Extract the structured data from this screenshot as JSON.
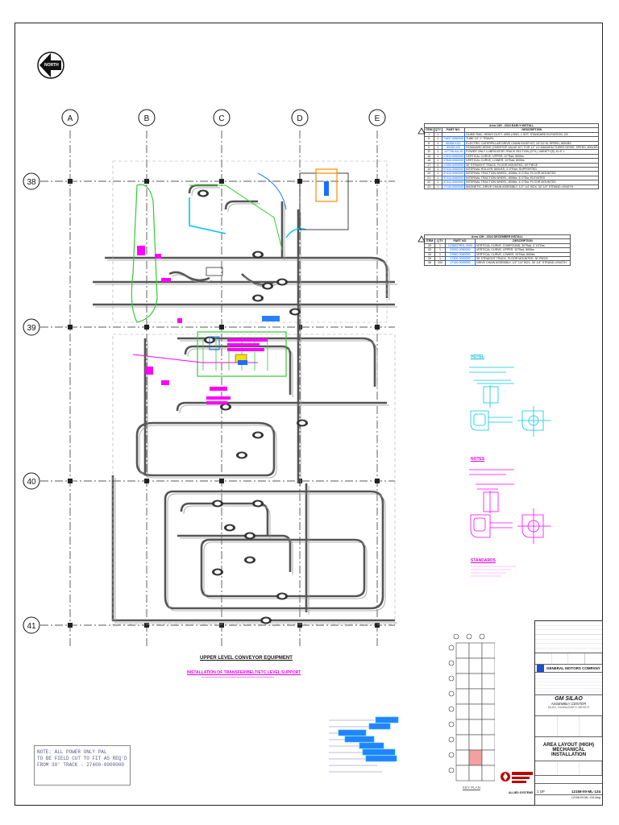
{
  "north_label": "NORTH",
  "grid": {
    "columns": [
      "A",
      "B",
      "C",
      "D",
      "E"
    ],
    "rows": [
      "38",
      "39",
      "40",
      "41"
    ]
  },
  "drawing_notes": {
    "title": "UPPER LEVEL CONVEYOR EQUIPMENT",
    "subtitle": "INSTALLATION OF TRANSFER/BELT/ETC LEVEL SUPPORT",
    "power_note": "NOTE: ALL POWER ONLY PAL\nTO BE FIELD CUT TO FIT AS REQ'D\nFROM 30' TRACK - 27400-0000000"
  },
  "schedules": {
    "october": {
      "caption": "Area 13H - 2024 EARLY INSTALL",
      "headers": [
        "ITEM",
        "QTY",
        "PART NO.",
        "DESCRIPTION"
      ],
      "rows": [
        [
          "1",
          "1",
          "",
          "GUIDE RAIL, HEAVY DUTY, 4090 LONG, 1 SHT, STANDARD ELEVATION, 2/2"
        ],
        [
          "5",
          "1",
          "71837-0060000",
          "TUBE 10\" 1\" TRAVEL"
        ],
        [
          "8",
          "1",
          "80268-KI21",
          "ELECTRIC CATERPILLAR DRIVE CHAIN IDLER KIT, 24\"/12 SL SPEED, 800LBS"
        ],
        [
          "9",
          "1",
          "80269-KI3",
          "STANDARD DRIVE (OVERTOP VALUE KIT, FOR 12\" LO MANUFACTURED DRIVE, SPEED, 800LBS"
        ],
        [
          "12",
          "1",
          "127756-AA-19",
          "POWER ONLY LUBRICATOR TRACK SECTION (STS.) VARIETY(S) 10-6\" L"
        ],
        [
          "16",
          "1",
          "37810-0060000",
          "VERTICAL CURVE, UPPER, 10\"Rad, 800lbs"
        ],
        [
          "18",
          "1",
          "37840-0060000",
          "VERTICAL CURVE, LOWER, 10\"Rad, 800lbs"
        ],
        [
          "17",
          "4",
          "17400-0000000",
          "30' STRAIGHT TRACK, FLOOR MOUNTED, 30' PIECE"
        ],
        [
          "19",
          "1",
          "97410-0060000",
          "INTERNAL ROLLER, 800LBS, 3'-0\"Rad, SUPPORTED"
        ],
        [
          "20",
          "1",
          "97410-0060000",
          "INTERNAL TRACTION WHEEL, 800lbs, 6'-0\"Dia, FLOOR MOUNTED"
        ],
        [
          "21",
          "1",
          "97410-0060000",
          "INTERNAL TRACTION WHEEL, 800lbs, 6'-0\"Dia, ELEVATED"
        ],
        [
          "22",
          "1",
          "97412-0060000",
          "INTERNAL TRACTION WHEEL, 800lbs, 4'-0\"Dia, FLOOR MOUNTED"
        ],
        [
          "23",
          "1",
          "17140-0000000",
          "MAGNETIC, DRIVE CHAIN ASSEMBLY, 1/2\" 1/4\" BOX, 30' 1/4\" STRAND LENGTH"
        ]
      ]
    },
    "december": {
      "caption": "Area 13H - 2024 DECEMBER INSTALL",
      "headers": [
        "ITEM",
        "QTY",
        "PART NO.",
        "DESCRIPTION"
      ],
      "rows": [
        [
          "16",
          "1",
          "1236837RRL-0000",
          "VERTICAL CURVE, COMPOUND, 30\"Rad, 4' 10\"Dia"
        ],
        [
          "33",
          "1",
          "37810-0060000",
          "VERTICAL CURVE, UPPER, 10\"Rad, 800lbs"
        ],
        [
          "34",
          "1",
          "37840-0060000",
          "VERTICAL CURVE, LOWER, 10\"Rad, 800lbs"
        ],
        [
          "35",
          "1",
          "17400-0000000",
          "30' STRAIGHT TRACK, FLOOR MOUNTED, 30' PIECE"
        ],
        [
          "36",
          "100",
          "17140-0000000",
          "DRIVE CHAIN ASSEMBLY, 1/2\" 1/4\" BOX, 30' 1/4\" STRAND LENGTH"
        ]
      ]
    }
  },
  "detail_labels": {
    "cyan": "HOTEL",
    "magenta_1": "NOTES",
    "magenta_2": "STANDARDS"
  },
  "key_plan_label": "KEY PLAN",
  "title_block": {
    "company": "GENERAL MOTORS COMPANY",
    "project_1": "GM SILAO",
    "project_2": "ASSEMBLY CENTER",
    "project_3": "SILAO, GUANAJUATO, MEXICO",
    "sheet_title_1": "AREA LAYOUT (HIGH)",
    "sheet_title_2": "MECHANICAL INSTALLATION",
    "vendor": "ALLIED SYSTEMS",
    "drawing_no": "12158-00-ML-134",
    "sheet": "1 OF",
    "file": "12158-00-ML-134.dwg"
  },
  "colors": {
    "track": "#555555",
    "cyan": "#00c8e8",
    "magenta": "#ff00ff",
    "green": "#33cc33",
    "blue": "#1a6fff",
    "orange": "#ff8c00"
  }
}
